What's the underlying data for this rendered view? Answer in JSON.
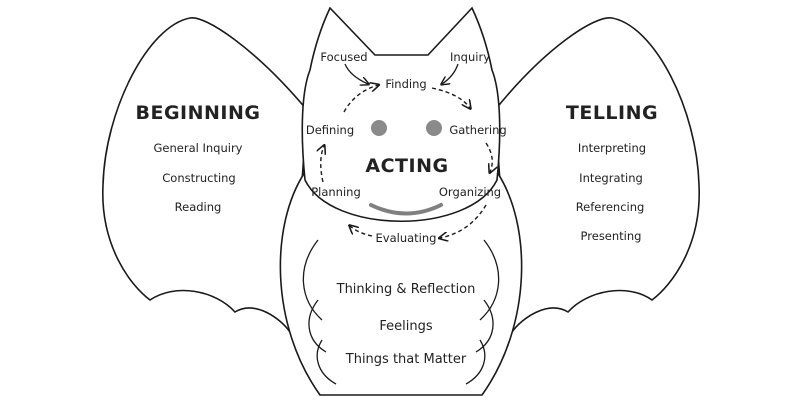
{
  "colors": {
    "outline": "#1a1a1a",
    "eyes": "#8a8a8a",
    "smile": "#808080",
    "background": "#ffffff"
  },
  "center": {
    "title": "Acting",
    "title_caps": "ACTING"
  },
  "cycle": {
    "items": [
      "Finding",
      "Gathering",
      "Organizing",
      "Evaluating",
      "Planning",
      "Defining"
    ],
    "entry_points": [
      "Focused",
      "Inquiry"
    ]
  },
  "left_wing": {
    "title": "BEGINNING",
    "items": [
      "General Inquiry",
      "Constructing",
      "Reading"
    ]
  },
  "right_wing": {
    "title": "TELLING",
    "items": [
      "Interpreting",
      "Integrating",
      "Referencing",
      "Presenting"
    ]
  },
  "body": {
    "items": [
      "Thinking & Reflection",
      "Feelings",
      "Things that Matter"
    ]
  }
}
